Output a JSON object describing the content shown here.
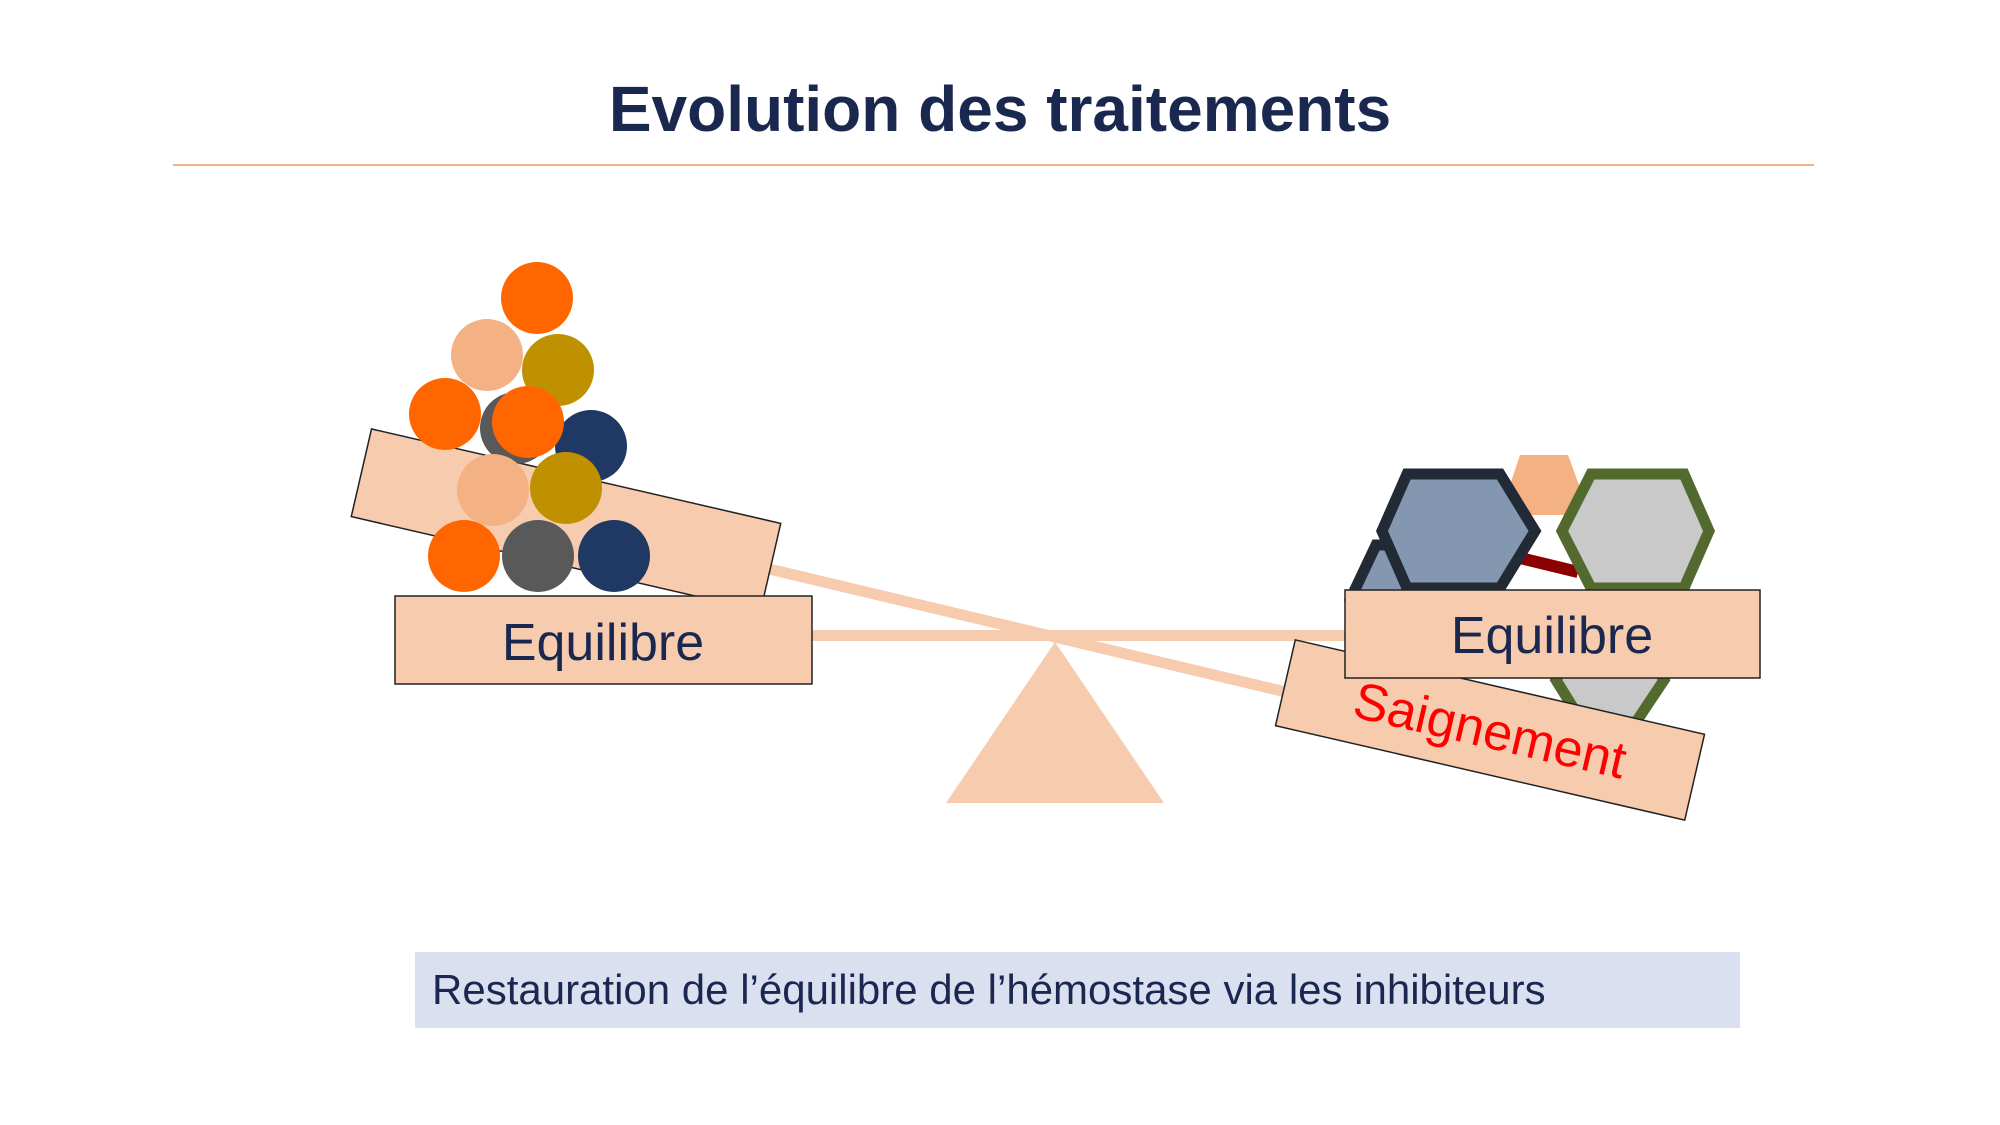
{
  "title": "Evolution des traitements",
  "left_tilted_label": "",
  "left_label": "Equilibre",
  "right_label": "Equilibre",
  "right_tilted_label": "Saignement",
  "caption": "Restauration de l’équilibre de l’hémostase via les inhibiteurs",
  "colors": {
    "title": "#1a2850",
    "rule": "#f2b285",
    "peach_fill": "#f7cbad",
    "box_border": "#222222",
    "bleeding_text": "#ff0000",
    "caption_bg": "#dae0f0",
    "circle_orange": "#ff6600",
    "circle_peach": "#f4b183",
    "circle_gold": "#bf9000",
    "circle_gray": "#595959",
    "circle_navy": "#203864",
    "hex_blue": "#8497b0",
    "hex_gray": "#c9c9c9",
    "hex_border_navy": "#222a35",
    "hex_border_green": "#536a2e",
    "inhibitor_line": "#8b0000"
  }
}
